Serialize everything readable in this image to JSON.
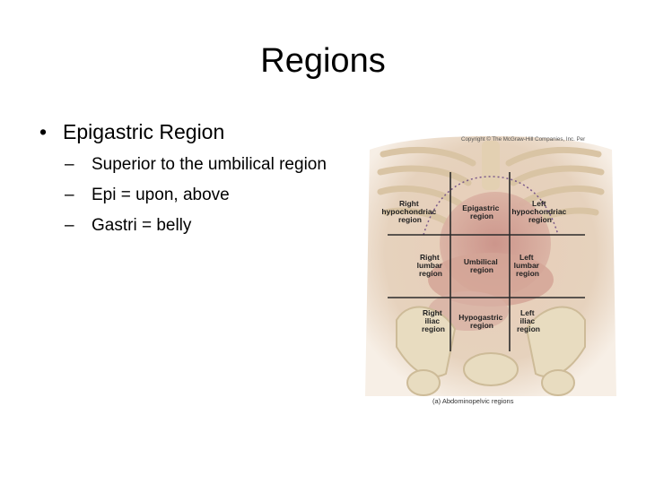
{
  "slide": {
    "title": "Regions",
    "bullet": {
      "marker": "•",
      "text": "Epigastric Region"
    },
    "sub_bullets": [
      {
        "marker": "–",
        "text": "Superior to the umbilical region"
      },
      {
        "marker": "–",
        "text": "Epi = upon, above"
      },
      {
        "marker": "–",
        "text": "Gastri = belly"
      }
    ]
  },
  "figure": {
    "copyright": "Copyright © The McGraw-Hill Companies, Inc. Per",
    "caption": "(a) Abdominopelvic regions",
    "regions": {
      "right_hypochondriac": [
        "Right",
        "hypochondriac",
        "region"
      ],
      "epigastric": [
        "Epigastric",
        "region"
      ],
      "left_hypochondriac": [
        "Left",
        "hypochondriac",
        "region"
      ],
      "right_lumbar": [
        "Right",
        "lumbar",
        "region"
      ],
      "umbilical": [
        "Umbilical",
        "region"
      ],
      "left_lumbar": [
        "Left",
        "lumbar",
        "region"
      ],
      "right_iliac": [
        "Right",
        "iliac",
        "region"
      ],
      "hypogastric": [
        "Hypogastric",
        "region"
      ],
      "left_iliac": [
        "Left",
        "iliac",
        "region"
      ]
    }
  }
}
